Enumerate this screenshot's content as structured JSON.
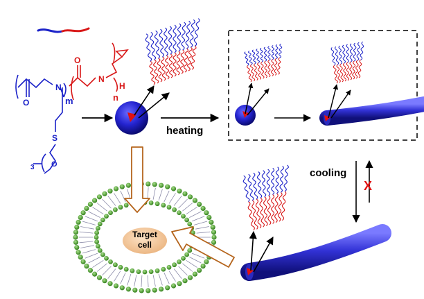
{
  "labels": {
    "heating": "heating",
    "cooling": "cooling",
    "target_line1": "Target",
    "target_line2": "cell",
    "sub_m": "m",
    "sub_n": "n",
    "atom_h": "H",
    "atom_n1": "N",
    "atom_n2": "N",
    "atom_s": "S",
    "atom_o1": "O",
    "atom_o2": "O",
    "atom_o3": "O",
    "sub_3": "3",
    "cross_mark": "X"
  },
  "colors": {
    "hydrophilic_block": "#1b22c8",
    "hydrophobic_block": "#d81818",
    "micelle_core": "#e01010",
    "rod": "#3a3ad8",
    "liposome_bead": "#4caa2c",
    "target_cell": "#f3cba0",
    "open_arrow": "#b5651d",
    "cross": "#e01010"
  }
}
